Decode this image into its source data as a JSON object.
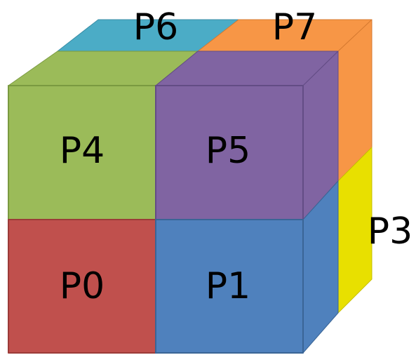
{
  "diagram": {
    "blocks": [
      {
        "id": "p0",
        "label": "P0",
        "color": "#c0504d"
      },
      {
        "id": "p1",
        "label": "P1",
        "color": "#4f81bd"
      },
      {
        "id": "p3",
        "label": "P3",
        "color": "#e8e000"
      },
      {
        "id": "p4",
        "label": "P4",
        "color": "#9bbb59"
      },
      {
        "id": "p5",
        "label": "P5",
        "color": "#8064a2"
      },
      {
        "id": "p6",
        "label": "P6",
        "color": "#4bacc6"
      },
      {
        "id": "p7",
        "label": "P7",
        "color": "#f79646"
      }
    ]
  }
}
